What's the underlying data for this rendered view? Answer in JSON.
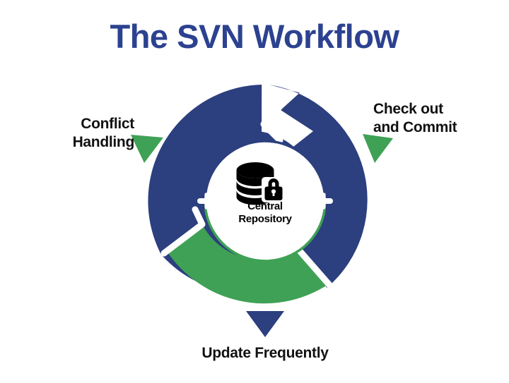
{
  "page": {
    "title": "The SVN Workflow",
    "background_color": "#FFFFFF"
  },
  "colors": {
    "title_blue": "#2C4290",
    "ring_blue": "#2C3F7E",
    "ring_green": "#3FA155",
    "arrow_green": "#3FA155",
    "arrow_blue": "#2C3F7E",
    "label_text": "#111111",
    "center_text": "#000000",
    "gap_white": "#FFFFFF"
  },
  "diagram": {
    "type": "cycle",
    "center": {
      "icon": "database-lock-icon",
      "line1": "Central",
      "line2": "Repository",
      "label": "Central Repository"
    },
    "segments": [
      {
        "id": "checkout-commit",
        "label_line1": "Check out",
        "label_line2": "and Commit",
        "color": "#2C3F7E",
        "arrow_color": "#3FA155",
        "arrow_position": "right"
      },
      {
        "id": "update-frequently",
        "label_line1": "Update Frequently",
        "label_line2": "",
        "color": "#3FA155",
        "arrow_color": "#2C3F7E",
        "arrow_position": "bottom"
      },
      {
        "id": "conflict-handling",
        "label_line1": "Conflict",
        "label_line2": "Handling",
        "color": "#2C3F7E",
        "arrow_color": "#3FA155",
        "arrow_position": "left"
      }
    ]
  }
}
